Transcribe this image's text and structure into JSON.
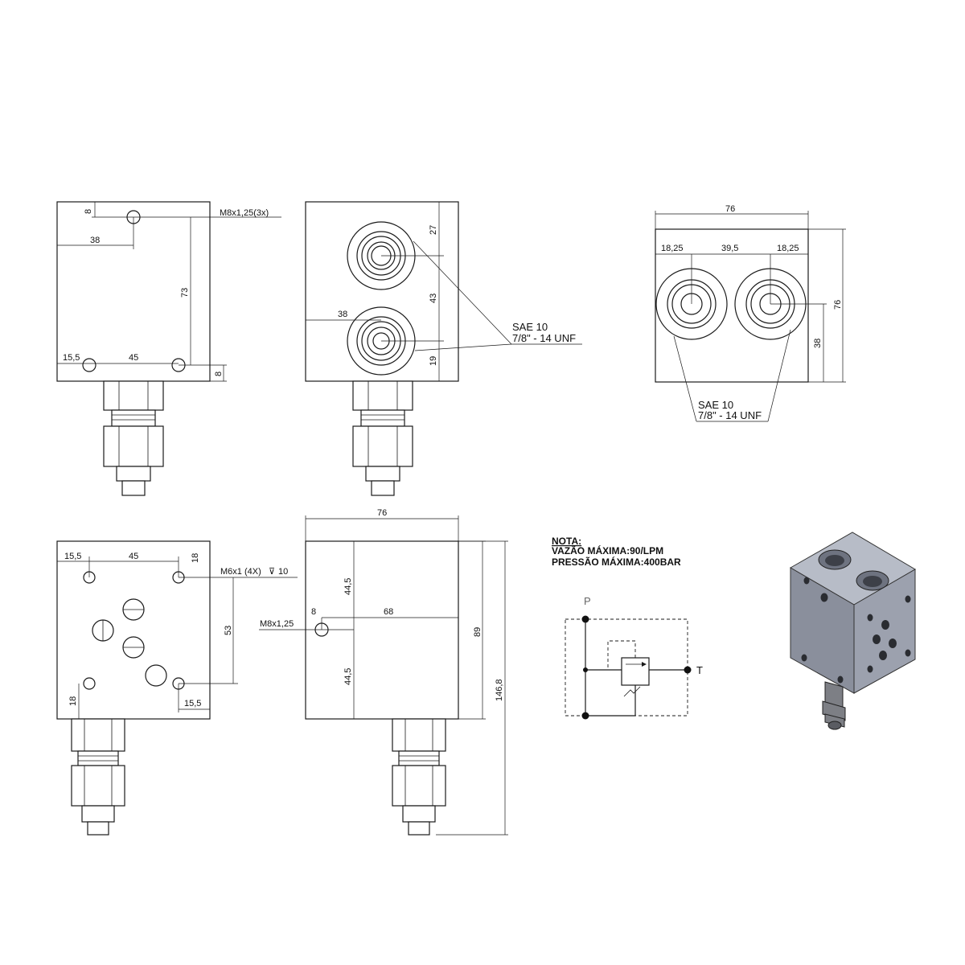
{
  "front_view": {
    "thread_label": "M8x1,25(3x)",
    "dim_top": "8",
    "dim_hole_x": "38",
    "dim_height": "73",
    "dim_left": "15,5",
    "dim_spacing": "45",
    "dim_bottom": "8"
  },
  "side_view": {
    "dim_top": "27",
    "dim_middle": "43",
    "dim_bottom": "19",
    "dim_left": "38",
    "port_label_line1": "SAE 10",
    "port_label_line2": "7/8\" - 14 UNF"
  },
  "top_view": {
    "dim_width": "76",
    "dim_left": "18,25",
    "dim_center": "39,5",
    "dim_right": "18,25",
    "dim_height": "76",
    "dim_port_y": "38",
    "port_label_line1": "SAE 10",
    "port_label_line2": "7/8\" - 14 UNF"
  },
  "mount_view": {
    "dim_left": "15,5",
    "dim_spacing": "45",
    "dim_top": "18",
    "thread_label": "M6x1 (4X)",
    "depth_symbol": "⊽",
    "depth_value": "10",
    "dim_vertical": "53",
    "dim_bottom_left": "18",
    "dim_bottom_right": "15,5"
  },
  "profile_view": {
    "dim_width": "76",
    "dim_upper": "44,5",
    "dim_lower": "44,5",
    "dim_left": "8",
    "dim_hole_x": "68",
    "thread_label": "M8x1,25",
    "dim_block_height": "89",
    "dim_total_height": "146,8"
  },
  "note": {
    "title": "NOTA:",
    "line1": "VAZÃO MÁXIMA:90/LPM",
    "line2": "PRESSÃO MÁXIMA:400BAR"
  },
  "schematic": {
    "port_p": "P",
    "port_t": "T"
  },
  "iso_view": {
    "face_top": "#b7bcc7",
    "face_left": "#8a8f9c",
    "face_right": "#9ca1ae",
    "fitting": "#7d7f85"
  }
}
